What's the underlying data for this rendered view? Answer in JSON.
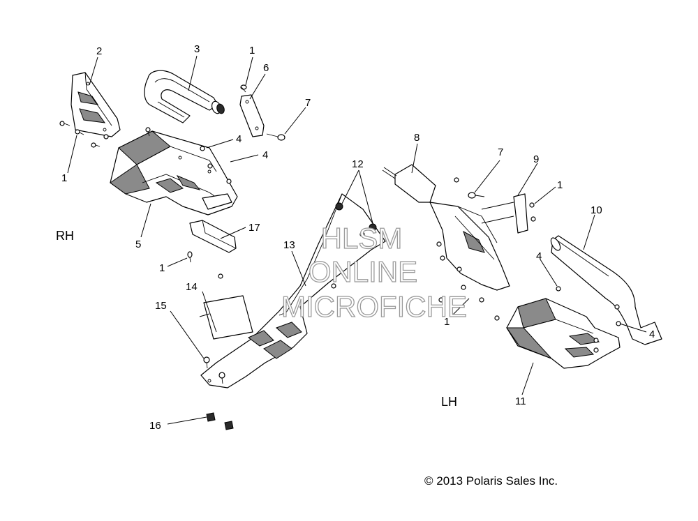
{
  "callouts": {
    "c1a": "1",
    "c1b": "1",
    "c1c": "1",
    "c1d": "1",
    "c1e": "1",
    "c2": "2",
    "c3": "3",
    "c4a": "4",
    "c4b": "4",
    "c4c": "4",
    "c4d": "4",
    "c5": "5",
    "c6": "6",
    "c7a": "7",
    "c7b": "7",
    "c8": "8",
    "c9": "9",
    "c10": "10",
    "c11": "11",
    "c12": "12",
    "c13": "13",
    "c14": "14",
    "c15": "15",
    "c16": "16",
    "c17": "17"
  },
  "sides": {
    "right": "RH",
    "left": "LH"
  },
  "watermark": {
    "line1": "HLSM",
    "line2": "ONLINE",
    "line3": "MICROFICHE"
  },
  "copyright": "© 2013 Polaris Sales Inc.",
  "colors": {
    "line": "#000000",
    "shade": "#8a8a8a",
    "watermark_outline": "#9a9a9a"
  }
}
